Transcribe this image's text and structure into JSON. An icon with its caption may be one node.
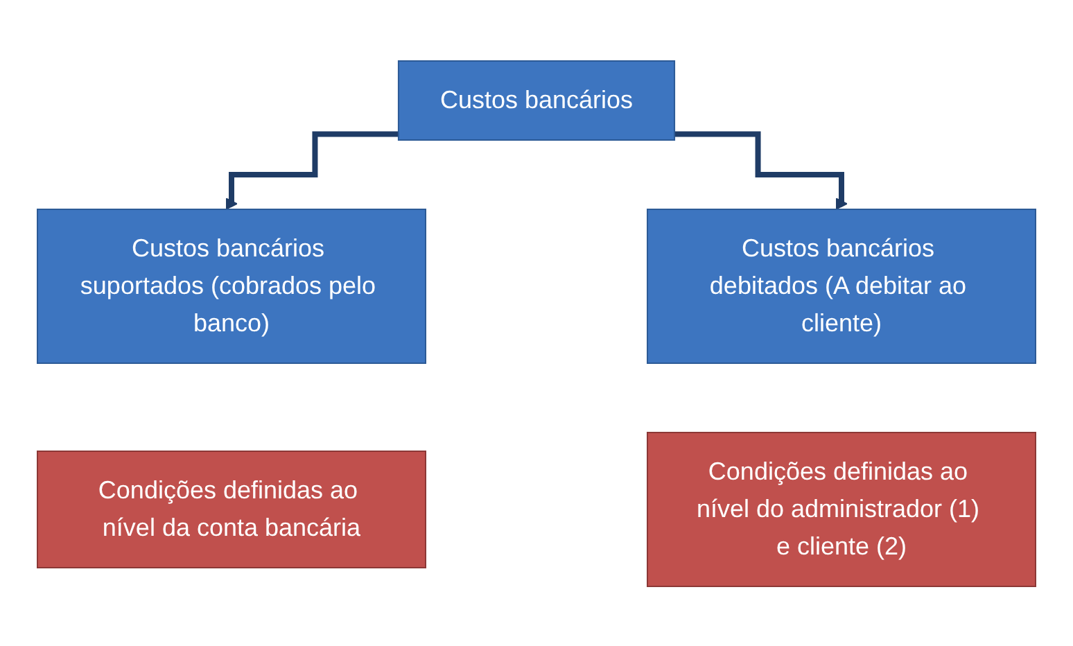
{
  "diagram": {
    "nodes": [
      {
        "text": [
          "Custos bancários"
        ]
      },
      {
        "text": [
          "Custos bancários suportados (cobrados pelo banco)"
        ]
      },
      {
        "text": [
          "Custos bancários debitados (A debitar ao cliente)"
        ]
      },
      {
        "text": [
          "Condições definidas ao nível da conta bancária"
        ]
      },
      {
        "text": [
          "Condições definidas ao nível do administrador (1) e cliente (2)"
        ]
      }
    ],
    "edges": [
      {
        "from": 0,
        "to": 1,
        "arrow": "to"
      },
      {
        "from": 0,
        "to": 2,
        "arrow": "to"
      }
    ]
  }
}
